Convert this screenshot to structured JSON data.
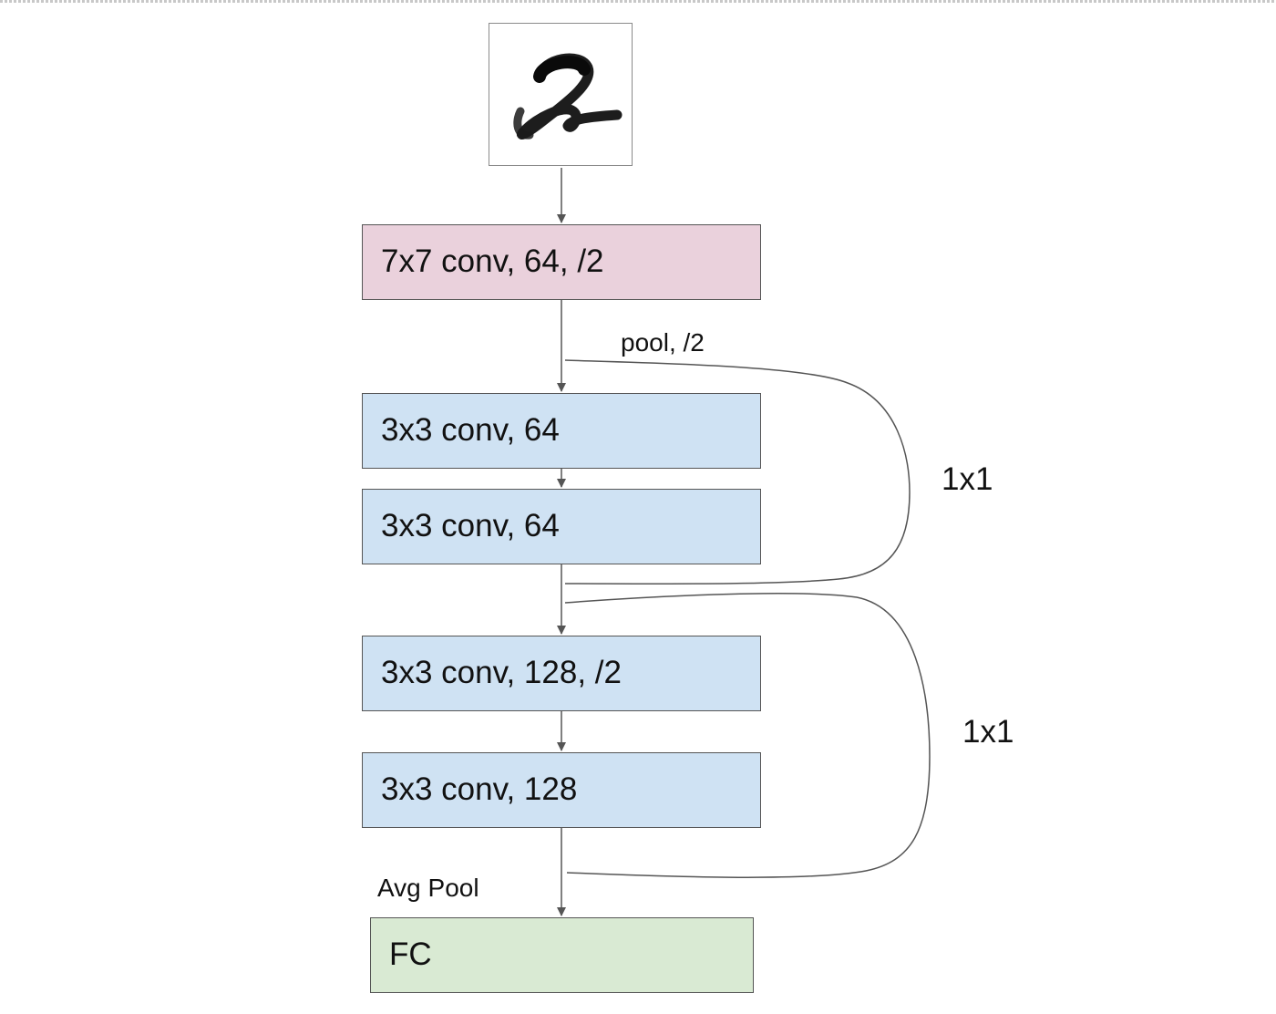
{
  "colors": {
    "input_conv": "#ead1dc",
    "conv": "#cfe2f3",
    "fc": "#d9ead3",
    "stroke": "#555555"
  },
  "input_image": {
    "icon": "handwritten-digit-2-icon"
  },
  "layers": [
    {
      "id": "conv7",
      "label": "7x7 conv, 64, /2",
      "color": "#ead1dc"
    },
    {
      "id": "conv3a",
      "label": "3x3 conv, 64",
      "color": "#cfe2f3"
    },
    {
      "id": "conv3b",
      "label": "3x3 conv, 64",
      "color": "#cfe2f3"
    },
    {
      "id": "conv3c",
      "label": "3x3 conv, 128, /2",
      "color": "#cfe2f3"
    },
    {
      "id": "conv3d",
      "label": "3x3 conv, 128",
      "color": "#cfe2f3"
    },
    {
      "id": "fc",
      "label": "FC",
      "color": "#d9ead3"
    }
  ],
  "annotations": {
    "pool": "pool, /2",
    "shortcut_1": "1x1",
    "shortcut_2": "1x1",
    "avg_pool": "Avg Pool"
  }
}
